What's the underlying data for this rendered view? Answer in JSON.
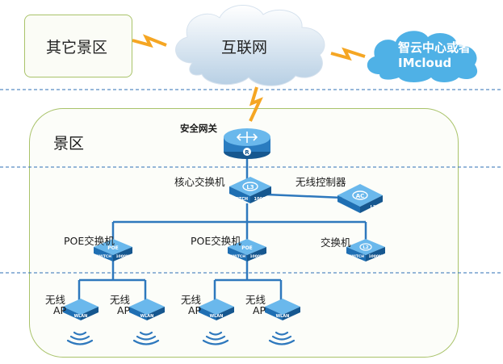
{
  "areas": {
    "other": "其它景区",
    "internet": "互联网",
    "cloud_line1": "智云中心或者",
    "cloud_line2": "IMcloud",
    "scenic": "景区"
  },
  "devices": {
    "gateway": {
      "label": "安全网关",
      "badge": "R"
    },
    "core": {
      "label": "核心交换机",
      "badge": "L3",
      "tag1": "SWITCH",
      "tag2": "1000M"
    },
    "ac": {
      "label": "无线控制器",
      "badge": "AC",
      "tag1": "L3"
    },
    "poe1": {
      "label": "POE交换机",
      "badge": "POE",
      "tag1": "SWITCH",
      "tag2": "1000M"
    },
    "poe2": {
      "label": "POE交换机",
      "badge": "POE",
      "tag1": "SWITCH",
      "tag2": "1000M"
    },
    "sw": {
      "label": "交换机",
      "badge": "L2",
      "tag1": "SWITCH",
      "tag2": "1000M"
    },
    "ap1": {
      "label1": "无线",
      "label2": "AP",
      "tag": "WLAN"
    },
    "ap2": {
      "label1": "无线",
      "label2": "AP",
      "tag": "WLAN"
    },
    "ap3": {
      "label1": "无线",
      "label2": "AP",
      "tag": "WLAN"
    },
    "ap4": {
      "label1": "无线",
      "label2": "AP",
      "tag": "WLAN"
    }
  },
  "colors": {
    "device": "#2f86c9",
    "device_dark": "#16578f",
    "link": "#2e78bd",
    "lightning": "#f5a623",
    "cloud_fill": "#4fb1e6",
    "dashed": "#2e6fb5",
    "box_border": "#a9c36a"
  }
}
